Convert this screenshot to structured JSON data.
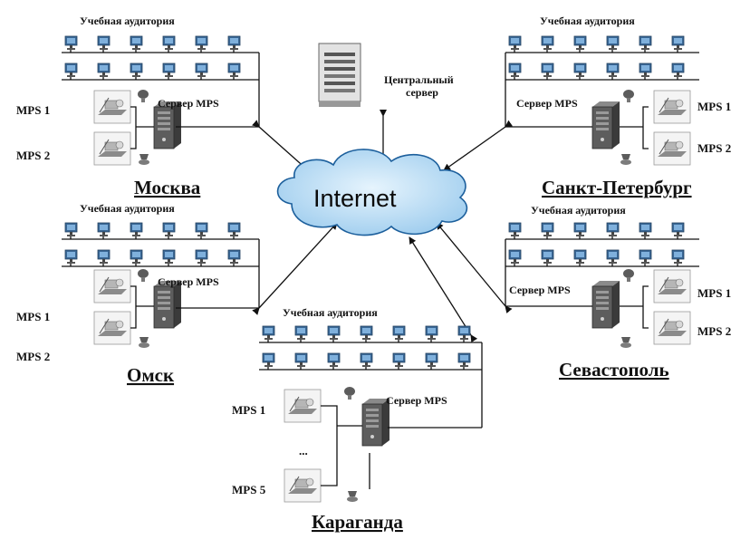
{
  "internet_label": "Internet",
  "central_server_label_line1": "Центральный",
  "central_server_label_line2": "сервер",
  "classroom_label": "Учебная аудитория",
  "server_label": "Сервер MPS",
  "cities": {
    "moscow": "Москва",
    "spb": "Санкт-Петербург",
    "omsk": "Омск",
    "sevastopol": "Севастополь",
    "karaganda": "Караганда"
  },
  "mps": {
    "mps1": "MPS 1",
    "mps2": "MPS 2",
    "mps5": "MPS 5",
    "ellipsis": "..."
  },
  "icons": [
    "computer-icon",
    "server-tower-icon",
    "rack-server-icon",
    "mps-station-icon",
    "camera-icon",
    "printer-icon",
    "cloud-icon"
  ],
  "colors": {
    "cloud_fill": "#b9dcf4",
    "cloud_stroke": "#1c5f9c",
    "monitor_screen": "#5a88b8"
  }
}
